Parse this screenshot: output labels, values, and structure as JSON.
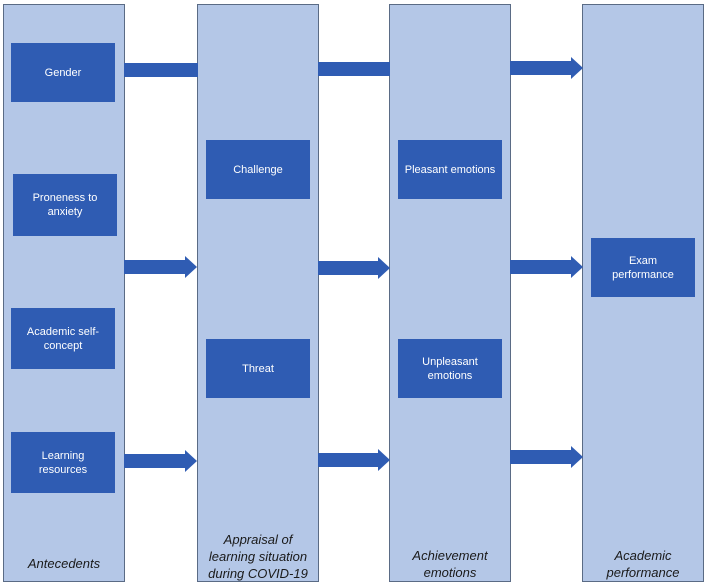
{
  "columns": [
    {
      "id": "antecedents",
      "label": "Antecedents"
    },
    {
      "id": "appraisal",
      "label": "Appraisal of learning situation during COVID-19"
    },
    {
      "id": "emotions",
      "label": "Achievement emotions"
    },
    {
      "id": "performance",
      "label": "Academic performance"
    }
  ],
  "boxes": {
    "gender": "Gender",
    "anxiety": "Proneness to anxiety",
    "self_concept": "Academic self-concept",
    "learning_resources": "Learning resources",
    "challenge": "Challenge",
    "threat": "Threat",
    "pleasant": "Pleasant emotions",
    "unpleasant": "Unpleasant emotions",
    "exam": "Exam performance"
  },
  "colors": {
    "column_fill": "#b4c7e7",
    "box_fill": "#2f5cb3",
    "arrow_fill": "#2f5cb3"
  }
}
